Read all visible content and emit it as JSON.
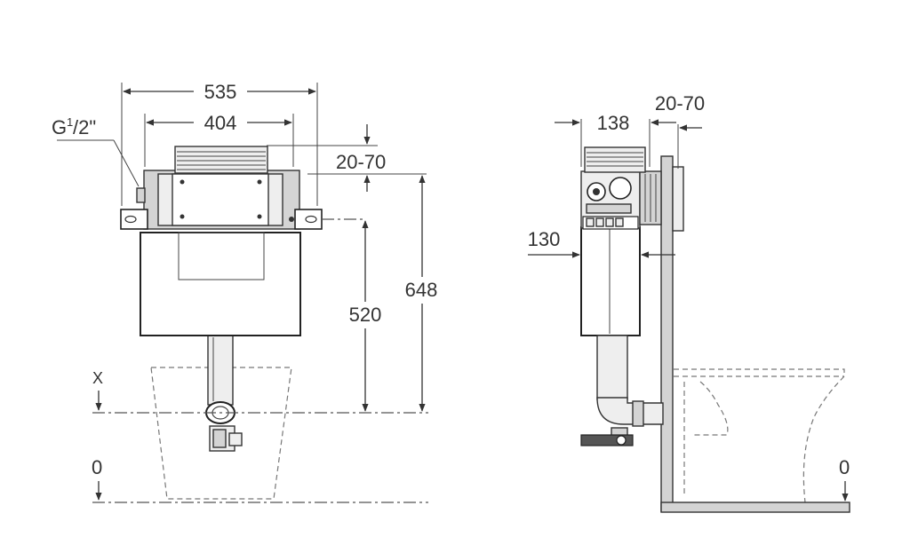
{
  "front_view": {
    "thread_label": "G",
    "thread_sup": "1",
    "thread_frac": "/2\"",
    "dim_width_outer": "535",
    "dim_width_inner": "404",
    "dim_adjust": "20-70",
    "dim_height_520": "520",
    "dim_height_648": "648",
    "datum_x": "X",
    "datum_0": "0"
  },
  "side_view": {
    "dim_depth": "138",
    "dim_wall_adjust": "20-70",
    "dim_frame": "130",
    "datum_0": "0"
  }
}
